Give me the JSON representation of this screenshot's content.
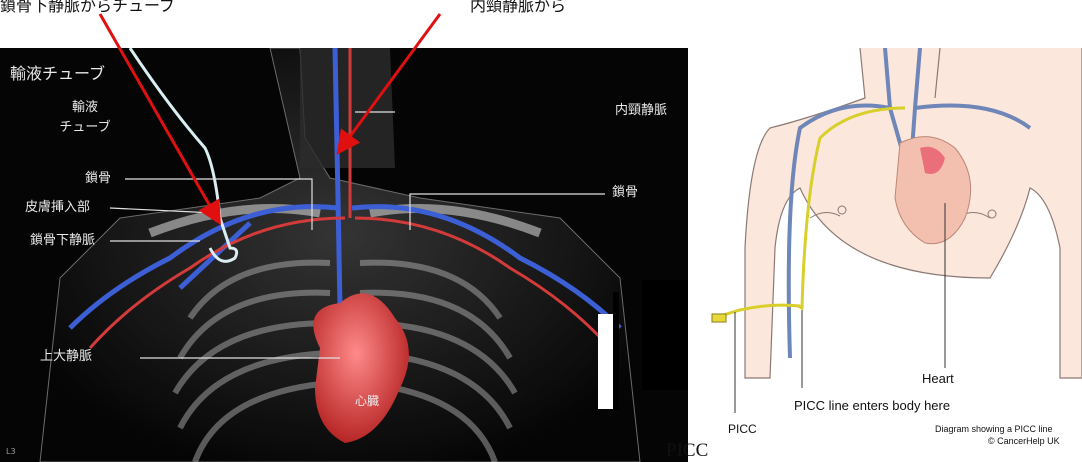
{
  "top_text": {
    "left_partial": "鎖骨下静脈からチューブ",
    "right_partial": "内頸静脈から"
  },
  "left_figure": {
    "title": "輸液チューブ",
    "labels": {
      "tube": "輸液\nチューブ",
      "internal_jugular": "内頸静脈",
      "clavicle_left": "鎖骨",
      "clavicle_right": "鎖骨",
      "skin_entry": "皮膚挿入部",
      "subclavian": "鎖骨下静脈",
      "svc": "上大静脈",
      "heart": "心臓",
      "corner": "L3"
    }
  },
  "right_figure": {
    "heart_label": "Heart",
    "entry_label": "PICC line enters body here",
    "picc_label": "PICC",
    "caption_line1": "Diagram showing a PICC line",
    "caption_line2": "© CancerHelp UK"
  },
  "overlay_label": "PICC"
}
